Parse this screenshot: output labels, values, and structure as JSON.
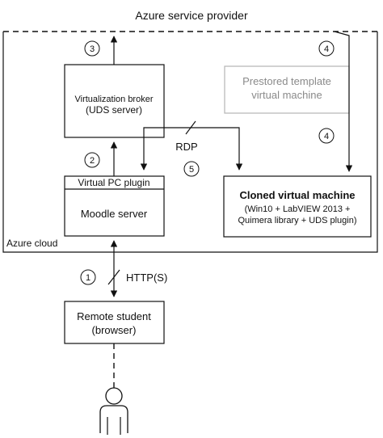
{
  "provider_label": "Azure service provider",
  "cloud_label": "Azure cloud",
  "boxes": {
    "broker_line1": "Virtualization broker",
    "broker_line2": "(UDS server)",
    "template_line1": "Prestored template",
    "template_line2": "virtual machine",
    "plugin": "Virtual PC plugin",
    "moodle": "Moodle server",
    "cloned_line1": "Cloned virtual machine",
    "cloned_line2": "(Win10 + LabVIEW 2013 +",
    "cloned_line3": "Quimera library + UDS plugin)",
    "student_line1": "Remote student",
    "student_line2": "(browser)"
  },
  "connections": {
    "rdp": "RDP",
    "http": "HTTP(S)"
  },
  "steps": [
    "1",
    "2",
    "3",
    "4",
    "4",
    "5"
  ]
}
